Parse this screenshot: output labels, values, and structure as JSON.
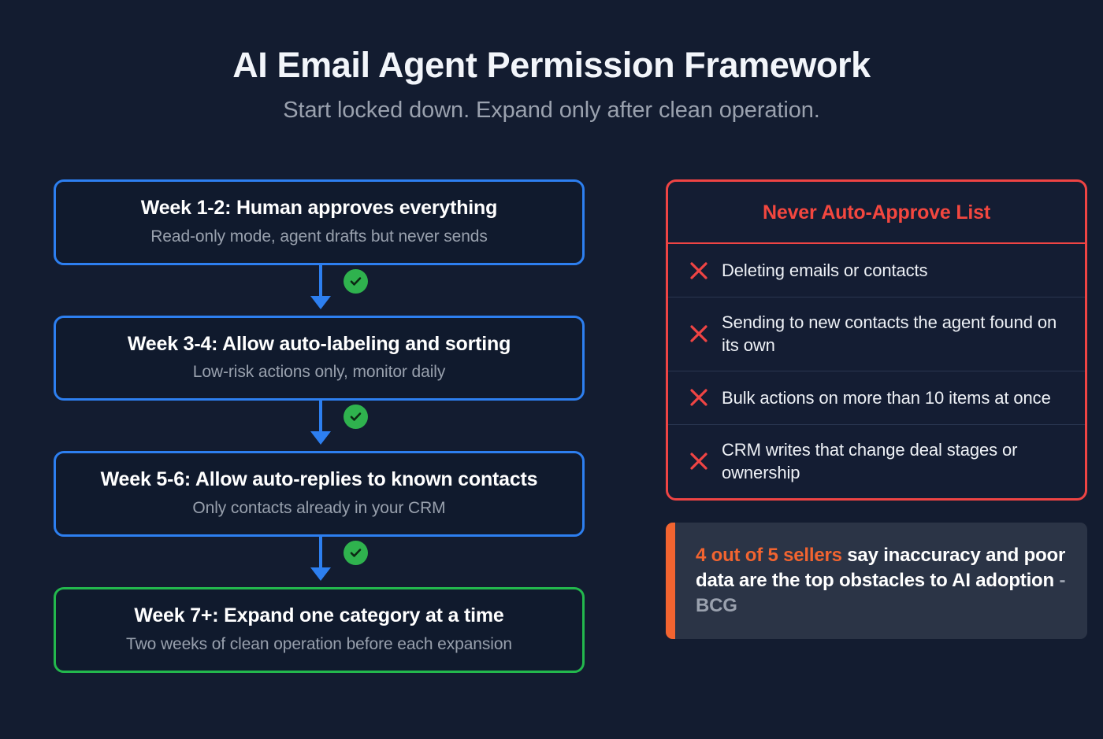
{
  "header": {
    "title": "AI Email Agent Permission Framework",
    "subtitle": "Start locked down. Expand only after clean operation."
  },
  "colors": {
    "background": "#131c30",
    "stage_blue": "#2d7ff0",
    "stage_green": "#23b84d",
    "panel_red": "#ef4444",
    "header_red": "#f3473f",
    "accent_orange": "#f26430",
    "check_green": "#2fb24e"
  },
  "flow": {
    "stages": [
      {
        "title": "Week 1-2: Human approves everything",
        "subtitle": "Read-only mode, agent drafts but never sends",
        "accent": "blue"
      },
      {
        "title": "Week 3-4: Allow auto-labeling and sorting",
        "subtitle": "Low-risk actions only, monitor daily",
        "accent": "blue"
      },
      {
        "title": "Week 5-6: Allow auto-replies to known contacts",
        "subtitle": "Only contacts already in your CRM",
        "accent": "blue"
      },
      {
        "title": "Week 7+: Expand one category at a time",
        "subtitle": "Two weeks of clean operation before each expansion",
        "accent": "green"
      }
    ],
    "connector_icon": "check-circle-icon"
  },
  "never_list": {
    "header": "Never Auto-Approve List",
    "item_icon": "cross-icon",
    "items": [
      {
        "text": "Deleting emails or contacts"
      },
      {
        "text": "Sending to new contacts the agent found on its own"
      },
      {
        "text": "Bulk actions on more than 10 items at once"
      },
      {
        "text": "CRM writes that change deal stages or ownership"
      }
    ]
  },
  "stat_card": {
    "highlight": "4 out of 5 sellers",
    "body": " say inaccuracy and poor data are the top obstacles to AI adoption ",
    "source": "- BCG"
  }
}
